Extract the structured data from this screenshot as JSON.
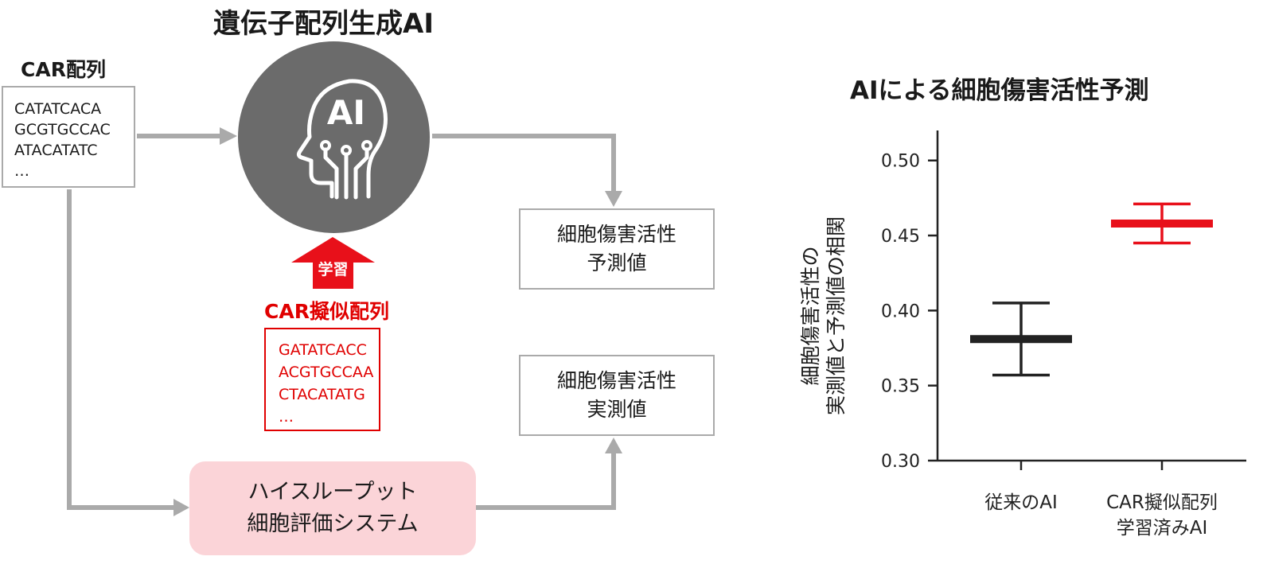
{
  "diagram": {
    "title": "遺伝子配列生成AI",
    "car_sequence": {
      "label": "CAR配列",
      "lines": [
        "CATATCACA",
        "GCGTGCCAC",
        "ATACATATC",
        "…"
      ]
    },
    "ai_icon": {
      "name": "ai-head-icon",
      "text": "AI"
    },
    "learning_label": "学習",
    "pseudo_sequence": {
      "label": "CAR擬似配列",
      "lines": [
        "GATATCACC",
        "ACGTGCCAA",
        "CTACATATG",
        "…"
      ]
    },
    "predicted_box": {
      "line1": "細胞傷害活性",
      "line2": "予測値"
    },
    "measured_box": {
      "line1": "細胞傷害活性",
      "line2": "実測値"
    },
    "system_box": {
      "line1": "ハイスループット",
      "line2": "細胞評価システム"
    },
    "colors": {
      "gray": "#6b6b6b",
      "arrow": "#aaaaaa",
      "red": "#e00000",
      "pink": "#fbd4d8"
    }
  },
  "chart_data": {
    "type": "errorbar",
    "title": "AIによる細胞傷害活性予測",
    "xlabel": "",
    "ylabel_line1": "細胞傷害活性の",
    "ylabel_line2": "実測値と予測値の相関",
    "ylim": [
      0.3,
      0.52
    ],
    "yticks": [
      0.3,
      0.35,
      0.4,
      0.45,
      0.5
    ],
    "ytick_labels": [
      "0.30",
      "0.35",
      "0.40",
      "0.45",
      "0.50"
    ],
    "categories": [
      {
        "line1": "従来のAI",
        "line2": ""
      },
      {
        "line1": "CAR擬似配列",
        "line2": "学習済みAI"
      }
    ],
    "means": [
      0.381,
      0.458
    ],
    "lower": [
      0.357,
      0.445
    ],
    "upper": [
      0.405,
      0.471
    ],
    "colors": [
      "#222222",
      "#e8101a"
    ]
  }
}
